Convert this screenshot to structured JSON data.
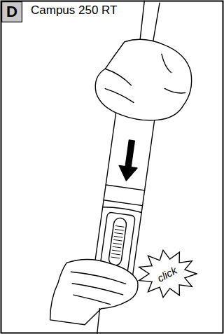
{
  "diagram": {
    "nodes": [
      {
        "text": [
          "D"
        ]
      },
      {
        "text": [
          "click"
        ]
      }
    ],
    "labels": [
      "Campus 250 RT"
    ]
  }
}
